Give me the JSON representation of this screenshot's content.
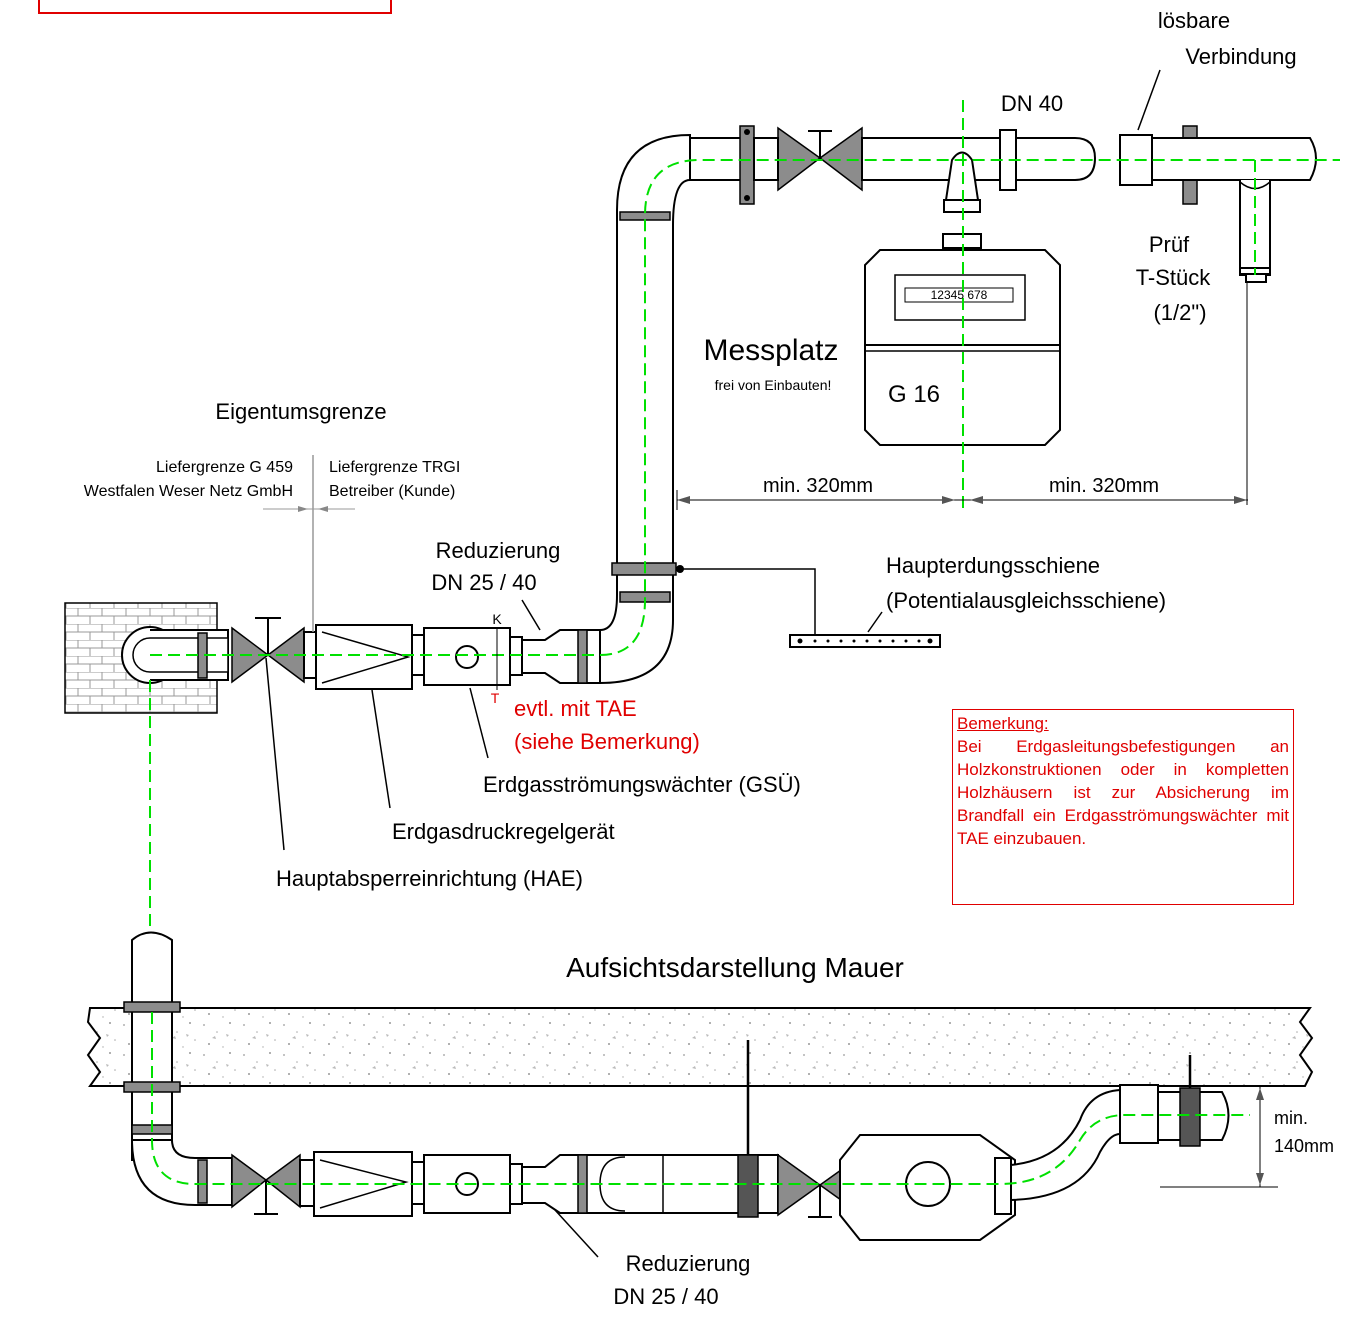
{
  "labels": {
    "loesbare_1": "lösbare",
    "loesbare_2": "Verbindung",
    "dn40": "DN 40",
    "pruef_1": "Prüf",
    "pruef_2": "T-Stück",
    "pruef_3": "(1/2\")",
    "meter_display": "12345 678",
    "meter_size": "G 16",
    "messplatz": "Messplatz",
    "messplatz_sub": "frei von Einbauten!",
    "eigentumsgrenze": "Eigentumsgrenze",
    "liefer_left_1": "Liefergrenze G 459",
    "liefer_left_2": "Westfalen Weser Netz GmbH",
    "liefer_right_1": "Liefergrenze TRGI",
    "liefer_right_2": "Betreiber (Kunde)",
    "dim_left": "min. 320mm",
    "dim_right": "min. 320mm",
    "reduz_top_1": "Reduzierung",
    "reduz_top_2": "DN 25 / 40",
    "k_mark": "K",
    "t_mark": "T",
    "hauptschiene_1": "Haupterdungsschiene",
    "hauptschiene_2": "(Potentialausgleichsschiene)",
    "tae_1": "evtl. mit TAE",
    "tae_2": "(siehe Bemerkung)",
    "gsu": "Erdgasströmungswächter (GSÜ)",
    "regler": "Erdgasdruckregelgerät",
    "hae": "Hauptabsperreinrichtung (HAE)",
    "aufsicht": "Aufsichtsdarstellung Mauer",
    "min140_1": "min.",
    "min140_2": "140mm",
    "reduz_bottom_1": "Reduzierung",
    "reduz_bottom_2": "DN 25 / 40"
  },
  "note": {
    "heading": "Bemerkung:",
    "text": "Bei Erdgasleitungsbefestigungen an Holzkonstruktionen oder in kompletten Holzhäusern ist zur Absicherung im Brandfall ein Erdgasströmungswächter mit TAE einzubauen."
  },
  "colors": {
    "axis": "#00e000",
    "note": "#e00000",
    "fittings": "#8c8c8c"
  }
}
